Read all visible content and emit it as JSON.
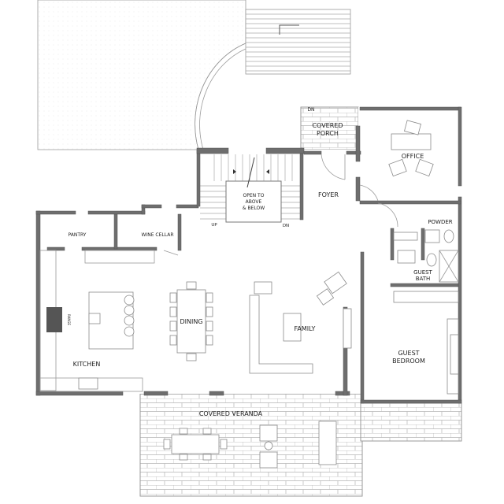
{
  "rooms": {
    "covered_porch": [
      "COVERED",
      "PORCH"
    ],
    "porch_stair": "DN",
    "office": "OFFICE",
    "stair_open": [
      "OPEN TO",
      "ABOVE",
      "& BELOW"
    ],
    "stair_up": "UP",
    "stair_down": "DN",
    "foyer": "FOYER",
    "powder": "POWDER",
    "guest_bath": [
      "GUEST",
      "BATH"
    ],
    "guest_bedroom": [
      "GUEST",
      "BEDROOM"
    ],
    "pantry": "PANTRY",
    "wine_cellar": "WINE CELLAR",
    "kitchen": "KITCHEN",
    "range": "RANGE",
    "dining": "DINING",
    "family": "FAMILY",
    "covered_veranda": "COVERED VERANDA"
  },
  "colors": {
    "wall": "#6e6e6e",
    "line": "#9a9a9a"
  }
}
